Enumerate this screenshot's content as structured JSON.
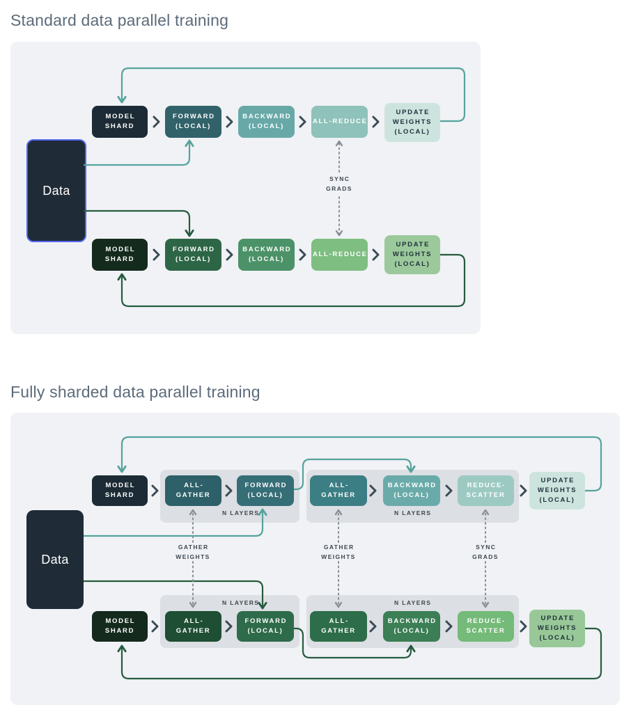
{
  "titles": {
    "section1": "Standard data parallel training",
    "section2": "Fully sharded data parallel training"
  },
  "labels": {
    "data": "Data",
    "model_shard": "MODEL\nSHARD",
    "forward_local": "FORWARD\n(LOCAL)",
    "backward_local": "BACKWARD\n(LOCAL)",
    "all_reduce": "ALL-REDUCE",
    "update_weights": "UPDATE\nWEIGHTS\n(LOCAL)",
    "all_gather": "ALL-\nGATHER",
    "reduce_scatter": "REDUCE-\nSCATTER",
    "n_layers": "N LAYERS",
    "sync_grads": "SYNC\nGRADS",
    "gather_weights": "GATHER\nWEIGHTS"
  },
  "palette": {
    "page_bg": "#ffffff",
    "panel_bg": "#f0f2f5",
    "group_bg": "#dcdfe3",
    "title_text": "#5c6b7a",
    "navy": "#1c2b35",
    "data_box_bg": "#1f2b36",
    "data_border_blue": "#5468f0",
    "teal_dark": "#31626a",
    "teal_mid": "#68a9a8",
    "teal_light": "#8ec2ba",
    "teal_pale": "#cde4de",
    "green_darkest": "#142a1d",
    "green_dark": "#2d6647",
    "green_mid": "#4c9268",
    "green_light": "#7ebe81",
    "green_pale": "#9bc99b",
    "arrow_teal": "#55a39c",
    "arrow_green": "#275b3f",
    "arrow_dashed": "#878f96",
    "chevron": "#3a4a55",
    "label_text": "#3d4750"
  }
}
